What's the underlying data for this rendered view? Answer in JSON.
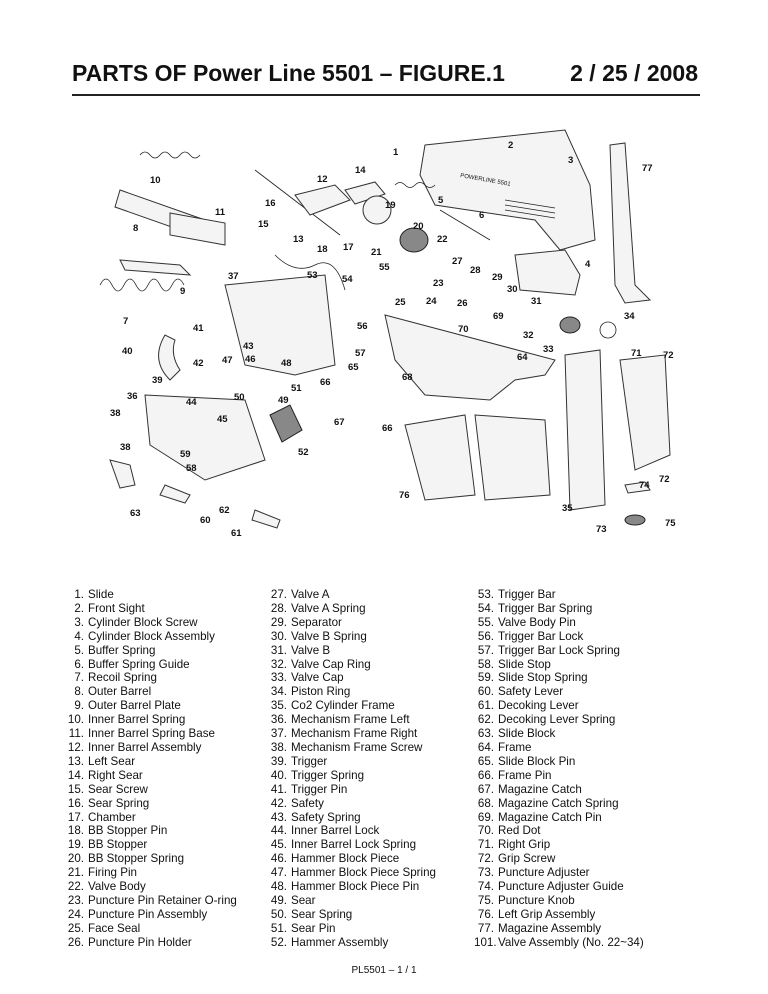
{
  "header": {
    "title": "PARTS OF Power Line 5501 – FIGURE.1",
    "date": "2 / 25 / 2008"
  },
  "diagram": {
    "labels": [
      "1",
      "2",
      "3",
      "4",
      "5",
      "6",
      "7",
      "8",
      "9",
      "10",
      "11",
      "12",
      "13",
      "14",
      "15",
      "16",
      "17",
      "18",
      "19",
      "20",
      "21",
      "22",
      "23",
      "24",
      "25",
      "26",
      "27",
      "28",
      "29",
      "30",
      "31",
      "32",
      "33",
      "34",
      "35",
      "36",
      "37",
      "38",
      "38",
      "39",
      "40",
      "41",
      "42",
      "43",
      "44",
      "45",
      "46",
      "47",
      "48",
      "49",
      "50",
      "51",
      "52",
      "53",
      "54",
      "55",
      "56",
      "57",
      "58",
      "59",
      "60",
      "61",
      "62",
      "63",
      "64",
      "65",
      "66",
      "66",
      "67",
      "68",
      "69",
      "70",
      "71",
      "72",
      "72",
      "73",
      "74",
      "75",
      "76",
      "77"
    ],
    "slide_text": "POWERLINE 5501"
  },
  "parts": {
    "col1": [
      {
        "num": "1.",
        "name": "Slide"
      },
      {
        "num": "2.",
        "name": "Front Sight"
      },
      {
        "num": "3.",
        "name": "Cylinder Block Screw"
      },
      {
        "num": "4.",
        "name": "Cylinder Block Assembly"
      },
      {
        "num": "5.",
        "name": "Buffer Spring"
      },
      {
        "num": "6.",
        "name": "Buffer Spring Guide"
      },
      {
        "num": "7.",
        "name": "Recoil Spring"
      },
      {
        "num": "8.",
        "name": "Outer Barrel"
      },
      {
        "num": "9.",
        "name": "Outer Barrel Plate"
      },
      {
        "num": "10.",
        "name": "Inner Barrel Spring"
      },
      {
        "num": "11.",
        "name": "Inner Barrel Spring Base"
      },
      {
        "num": "12.",
        "name": "Inner Barrel Assembly"
      },
      {
        "num": "13.",
        "name": "Left Sear"
      },
      {
        "num": "14.",
        "name": "Right Sear"
      },
      {
        "num": "15.",
        "name": "Sear Screw"
      },
      {
        "num": "16.",
        "name": "Sear Spring"
      },
      {
        "num": "17.",
        "name": "Chamber"
      },
      {
        "num": "18.",
        "name": "BB Stopper Pin"
      },
      {
        "num": "19.",
        "name": "BB Stopper"
      },
      {
        "num": "20.",
        "name": "BB Stopper Spring"
      },
      {
        "num": "21.",
        "name": "Firing Pin"
      },
      {
        "num": "22.",
        "name": "Valve Body"
      },
      {
        "num": "23.",
        "name": "Puncture Pin Retainer O-ring"
      },
      {
        "num": "24.",
        "name": "Puncture Pin Assembly"
      },
      {
        "num": "25.",
        "name": "Face Seal"
      },
      {
        "num": "26.",
        "name": "Puncture Pin Holder"
      }
    ],
    "col2": [
      {
        "num": "27.",
        "name": "Valve A"
      },
      {
        "num": "28.",
        "name": "Valve A Spring"
      },
      {
        "num": "29.",
        "name": "Separator"
      },
      {
        "num": "30.",
        "name": "Valve B Spring"
      },
      {
        "num": "31.",
        "name": "Valve B"
      },
      {
        "num": "32.",
        "name": "Valve Cap Ring"
      },
      {
        "num": "33.",
        "name": "Valve Cap"
      },
      {
        "num": "34.",
        "name": "Piston Ring"
      },
      {
        "num": "35.",
        "name": "Co2 Cylinder Frame"
      },
      {
        "num": "36.",
        "name": "Mechanism Frame Left"
      },
      {
        "num": "37.",
        "name": "Mechanism Frame Right"
      },
      {
        "num": "38.",
        "name": "Mechanism Frame Screw"
      },
      {
        "num": "39.",
        "name": "Trigger"
      },
      {
        "num": "40.",
        "name": "Trigger Spring"
      },
      {
        "num": "41.",
        "name": "Trigger Pin"
      },
      {
        "num": "42.",
        "name": "Safety"
      },
      {
        "num": "43.",
        "name": "Safety Spring"
      },
      {
        "num": "44.",
        "name": "Inner Barrel Lock"
      },
      {
        "num": "45.",
        "name": "Inner Barrel Lock Spring"
      },
      {
        "num": "46.",
        "name": "Hammer Block Piece"
      },
      {
        "num": "47.",
        "name": "Hammer Block Piece Spring"
      },
      {
        "num": "48.",
        "name": "Hammer Block Piece Pin"
      },
      {
        "num": "49.",
        "name": "Sear"
      },
      {
        "num": "50.",
        "name": "Sear Spring"
      },
      {
        "num": "51.",
        "name": "Sear Pin"
      },
      {
        "num": "52.",
        "name": "Hammer Assembly"
      }
    ],
    "col3": [
      {
        "num": "53.",
        "name": "Trigger Bar"
      },
      {
        "num": "54.",
        "name": "Trigger Bar Spring"
      },
      {
        "num": "55.",
        "name": "Valve Body Pin"
      },
      {
        "num": "56.",
        "name": "Trigger Bar Lock"
      },
      {
        "num": "57.",
        "name": "Trigger Bar Lock Spring"
      },
      {
        "num": "58.",
        "name": "Slide Stop"
      },
      {
        "num": "59.",
        "name": "Slide Stop Spring"
      },
      {
        "num": "60.",
        "name": "Safety Lever"
      },
      {
        "num": "61.",
        "name": "Decoking Lever"
      },
      {
        "num": "62.",
        "name": "Decoking Lever Spring"
      },
      {
        "num": "63.",
        "name": "Slide Block"
      },
      {
        "num": "64.",
        "name": "Frame"
      },
      {
        "num": "65.",
        "name": "Slide Block Pin"
      },
      {
        "num": "66.",
        "name": "Frame Pin"
      },
      {
        "num": "67.",
        "name": "Magazine Catch"
      },
      {
        "num": "68.",
        "name": "Magazine Catch Spring"
      },
      {
        "num": "69.",
        "name": "Magazine Catch Pin"
      },
      {
        "num": "70.",
        "name": "Red Dot"
      },
      {
        "num": "71.",
        "name": "Right Grip"
      },
      {
        "num": "72.",
        "name": "Grip Screw"
      },
      {
        "num": "73.",
        "name": "Puncture Adjuster"
      },
      {
        "num": "74.",
        "name": "Puncture Adjuster Guide"
      },
      {
        "num": "75.",
        "name": "Puncture Knob"
      },
      {
        "num": "76.",
        "name": "Left Grip Assembly"
      },
      {
        "num": "77.",
        "name": "Magazine Assembly"
      },
      {
        "num": "101.",
        "name": "Valve Assembly (No. 22~34)"
      }
    ]
  },
  "footer": {
    "page": "PL5501 – 1 / 1"
  }
}
